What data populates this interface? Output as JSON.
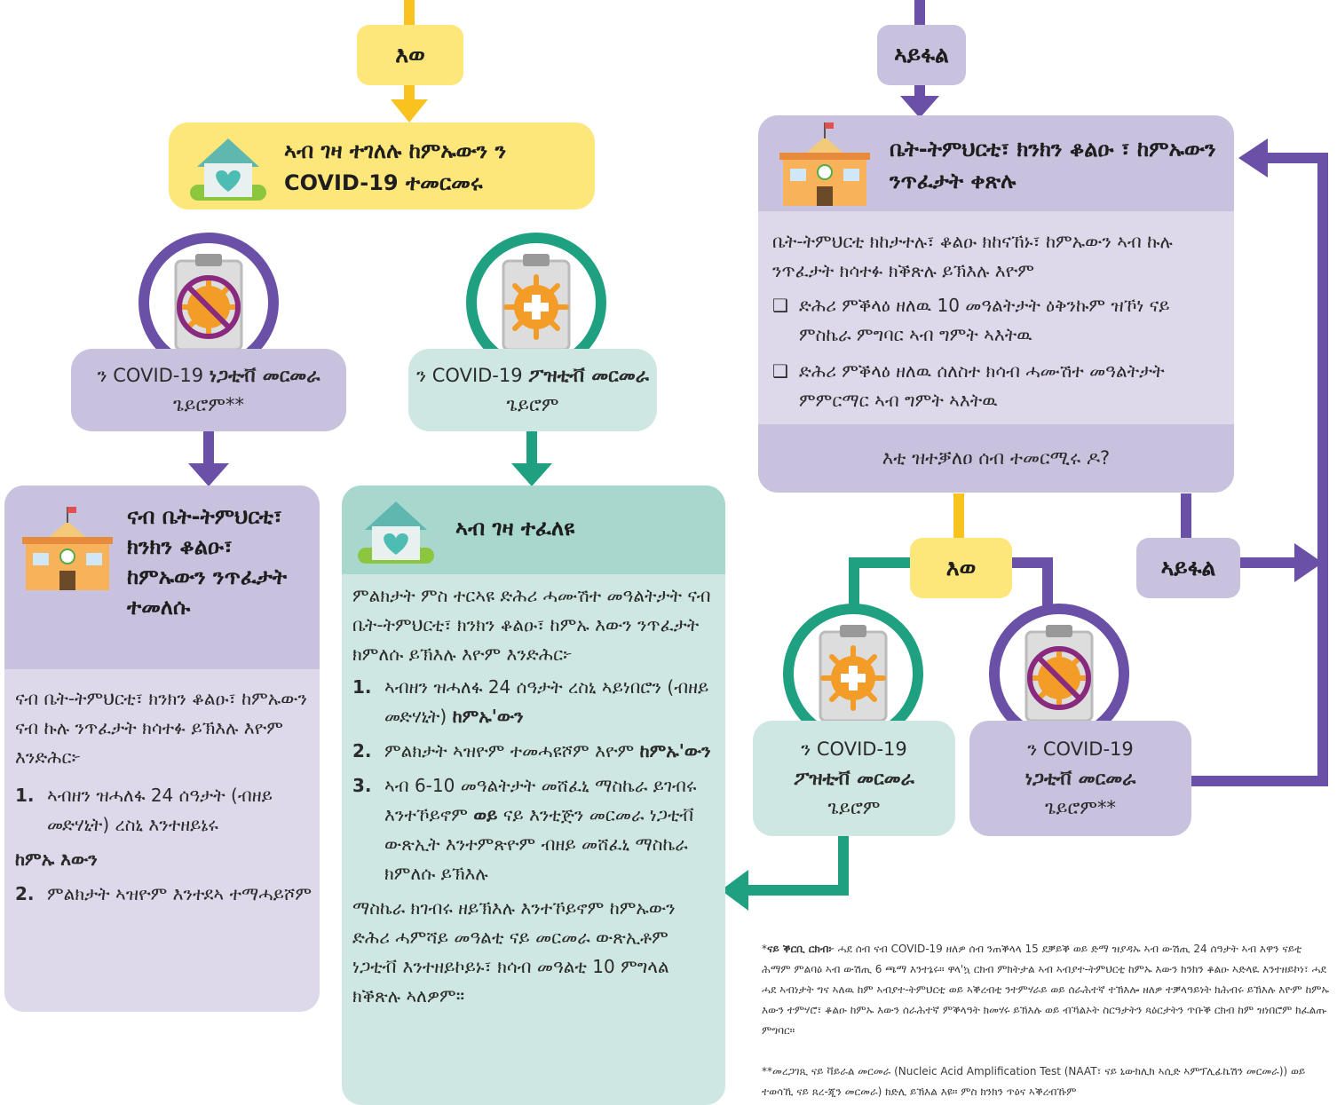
{
  "colors": {
    "purple": "#6a50a6",
    "green": "#1fa181",
    "yellow": "#f9c31f",
    "lavender": "#c9c2df",
    "mint": "#cfe7e3",
    "orange": "#f39c27"
  },
  "labels": {
    "yes": "እወ",
    "no": "ኣይፋል"
  },
  "left_top": {
    "title": "ኣብ ገዛ ተገለሉ ከምኡውን ን COVID-19 ተመርመሩ"
  },
  "neg_test": {
    "pre": "ን COVID-19 ",
    "bold": "ነጋቲቭ መርመራ",
    "post": " ጌይሮም**"
  },
  "pos_test": {
    "pre": "ን COVID-19 ",
    "bold": "ፖዝቲቭ መርመራ",
    "post": " ጌይሮም"
  },
  "return_box": {
    "title": "ናብ ቤት-ትምህርቲ፣ ክንክን ቆልዑ፣ ከምኡውን ንጥፈታት ተመለሱ",
    "intro": "ናብ ቤት-ትምህርቲ፣ ክንክን ቆልዑ፣ ከምኡውን ናብ ኩሉ ንጥፈታት ክሳተፉ ይኽእሉ እዮም እንድሕር፦",
    "item1_num": "1.",
    "item1": "ኣብዘን ዝሓለፋ 24 ሰዓታት (ብዘይ መድሃኒት) ረስኒ እንተዘይኔሩ",
    "and": "ከምኡ እውን",
    "item2_num": "2.",
    "item2": "ምልክታት ኣዝዮም እንተደኣ ተማሓይሾም"
  },
  "isolate_box": {
    "title": "ኣብ ገዛ ተፈለዩ",
    "intro": "ምልክታት ምስ ተርኣዩ ድሕሪ ሓሙሽተ መዓልትታት ናብ ቤት-ትምህርቲ፣ ክንክን ቆልዑ፣ ከምኡ እውን ንጥፈታት ክምለሱ ይኽእሉ እዮም እንድሕር፦",
    "i1_num": "1.",
    "i1_a": "ኣብዘን ዝሓለፋ 24 ሰዓታት ረስኒ ኣይነበሮን (ብዘይ መድሃኒት) ",
    "i1_b": "ከምኡ'ውን",
    "i2_num": "2.",
    "i2_a": "ምልክታት ኣዝዮም ተመሓዩሾም እዮም ",
    "i2_b": "ከምኡ'ውን",
    "i3_num": "3.",
    "i3_a": "ኣብ 6-10 መዓልትታት መሸፈኒ ማስኬራ ይገብሩ እንተኾይኖም ",
    "i3_b": "ወይ",
    "i3_c": " ናይ እንቲጅን መርመራ ነጋቲቭ ውጽኢት እንተምጽዮም ብዘይ መሸፈኒ ማስኬራ ክምለሱ ይኽእሉ",
    "outro": "ማስኬራ ክገብሩ ዘይኽእሉ እንተኾይኖም ከምኡውን ድሕሪ ሓምሻይ መዓልቲ ናይ መርመራ ውጽኢቶም ነጋቲቭ እንተዘይኮይኑ፣ ክሳብ መዓልቲ 10 ምግላል ክቕጽሉ ኣለዎም።"
  },
  "right_box": {
    "title": "ቤት-ትምህርቲ፣ ክንክን ቆልዑ ፣ ከምኡውን ንጥፈታት ቀጽሉ",
    "intro": "ቤት-ትምህርቲ ክከታተሉ፣ ቆልዑ ክከናኸኑ፣ ከምኡውን ኣብ ኩሉ ንጥፈታት ክሳተፉ ክቕጽሉ ይኽእሉ እዮም",
    "check": "❑",
    "c1": "ድሕሪ ምቕላዕ ዘለዉ 10 መዓልትታት ዕቅንኩም ዝኾነ ናይ ምስኬራ ምግባር ኣብ ግምት ኣእትዉ",
    "c2": "ድሕሪ ምቕላዕ ዘለዉ ሰለስተ ክሳብ ሓሙሽተ መዓልትታት ምምርማር ኣብ ግምት ኣእትዉ",
    "question": "እቲ ዝተቓለዐ ሰብ ተመርሚሩ ዶ?"
  },
  "footnote1": {
    "star": "*",
    "title": "ናይ ቕርቢ ርክብ፦",
    "text": " ሓደ ሰብ ናብ COVID-19 ዘለዎ ሰብ ንጠቕላላ 15 ደቓይቕ ወይ ድማ ዝያዳኡ ኣብ ውሽጢ 24 ሰዓታት ኣብ እዋን ናይቲ ሕማም ምልባዕ ኣብ ውሽጢ 6 ጫማ እንተኔሩ። ዋላ'ኳ ርክብ ምክትታል ኣብ ኣብያተ-ትምህርቲ ከምኡ እውን ክንክን ቆልዑ ኣድላዪ እንተዘይኮነ፣ ሓደ ሓደ ኣብነታት ግና ኣለዉ ከም ኣብያተ-ትምህርቲ ወይ ኣቕረብቲ ንተምሃራይ ወይ ሰራሕተኛ ተኽእሎ ዘለዎ ተቓላዓይነት ክሕብሩ ይኽእሉ እዮም ከምኡ እውን ተምሃሮ፣ ቆልዑ ከምኡ እውን ሰራሕተኛ ምቕላዓት ክመሃሩ ይኽእሉ ወይ ብኻልኦት ስርዓታትን ጻዕርታትን ጥቡቕ ርክብ ከም ዝነበሮም ክፈልጡ ምግባር።"
  },
  "footnote2": {
    "star": "**",
    "text": "መረጋገጺ ናይ ቫይራል መርመራ (Nucleic Acid Amplification Test (NAAT፣ ናይ ኒውክሊክ ኣሲድ ኣምፕሊፊኬሽን መርመራ)) ወይ ተወሳኺ ናይ ጸረ-ጂን መርመራ) ክድሊ ይኽእል እዩ። ምስ ክንክን ጥዕና ኣቕረብኹም"
  }
}
